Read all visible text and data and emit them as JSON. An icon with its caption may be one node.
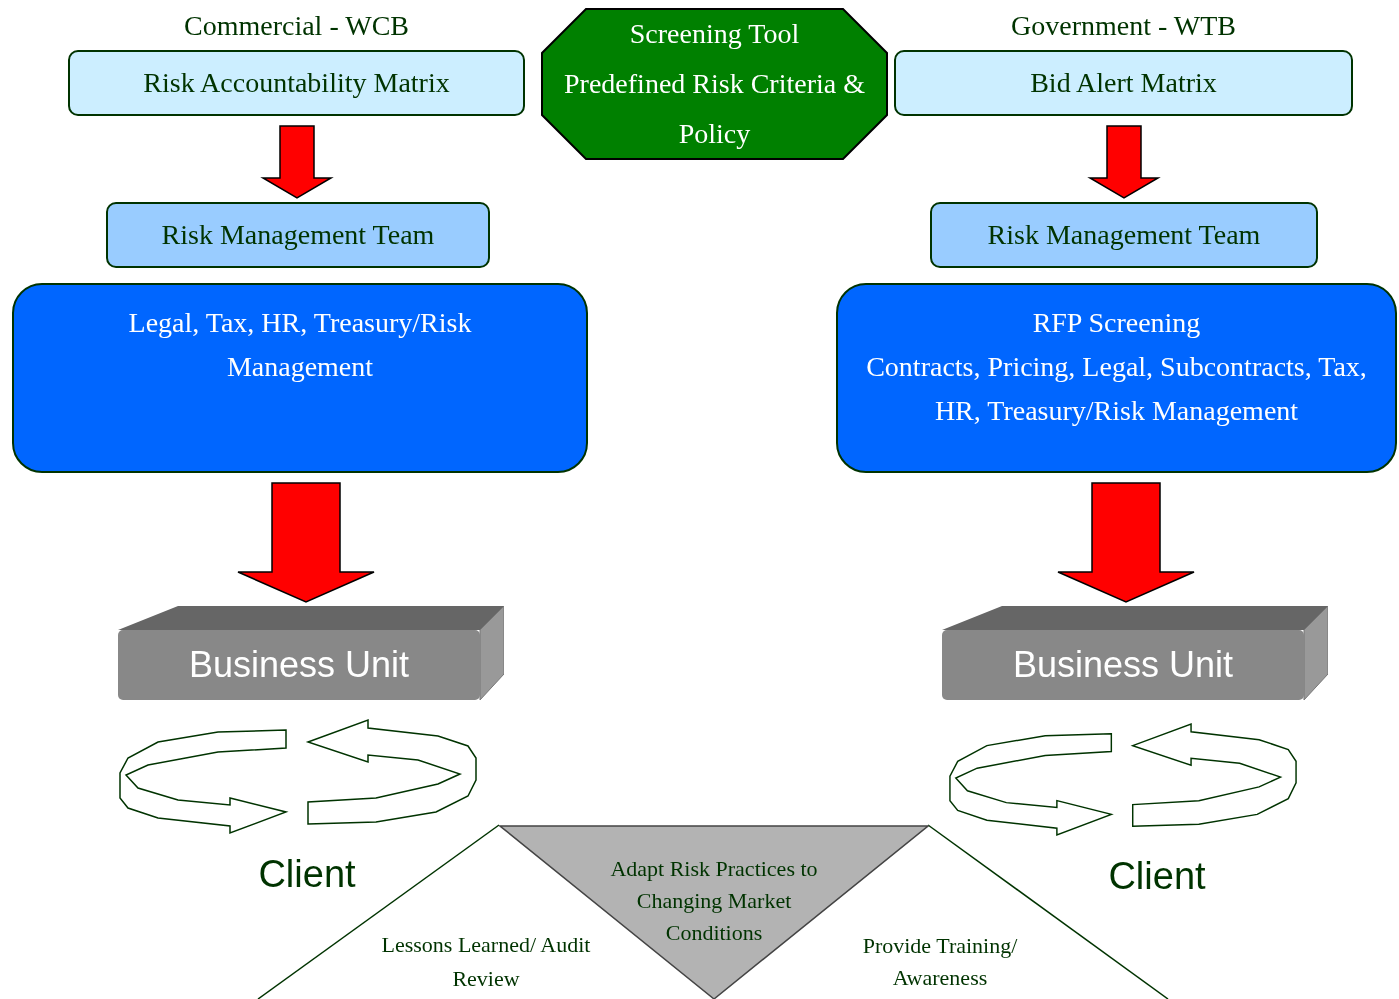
{
  "diagram": {
    "nodes": [
      {
        "text": [
          "Risk Accountability Matrix"
        ],
        "beside": [
          "Commercial - WCB"
        ]
      },
      {
        "text": [
          "Screening Tool",
          "Predefined Risk Criteria & Policy"
        ]
      },
      {
        "text": [
          "Bid Alert Matrix"
        ],
        "beside": [
          "Government - WTB"
        ]
      },
      {
        "text": [
          "Risk Management Team"
        ]
      },
      {
        "text": [
          "Legal, Tax, HR, Treasury/Risk Management"
        ]
      },
      {
        "text": [
          "Risk Management Team"
        ]
      },
      {
        "text": [
          "RFP Screening",
          "Contracts, Pricing, Legal, Subcontracts, Tax, HR, Treasury/Risk Management"
        ]
      },
      {
        "text": [
          "Business Unit"
        ]
      },
      {
        "text": [
          "Business Unit"
        ]
      },
      {
        "text": [
          "Adapt Risk Practices to Changing Market Conditions"
        ]
      }
    ],
    "edges": [
      {
        "from": 0,
        "to": 3,
        "arrow": "to"
      },
      {
        "from": 2,
        "to": 5,
        "arrow": "to"
      },
      {
        "from": 4,
        "to": 7,
        "arrow": "to"
      },
      {
        "from": 6,
        "to": 8,
        "arrow": "to"
      }
    ],
    "labels": [
      "Client",
      "Client",
      "Lessons Learned/ Audit Review",
      "Provide Training/ Awareness"
    ]
  }
}
